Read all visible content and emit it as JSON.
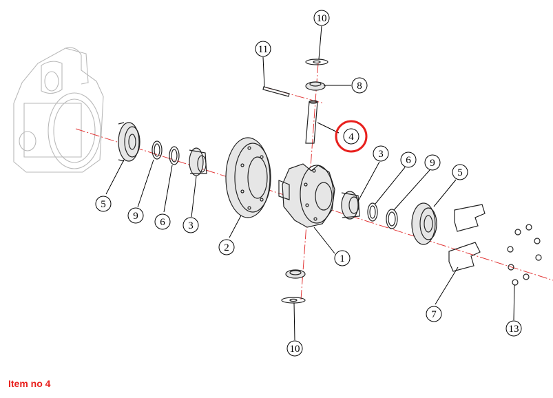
{
  "caption": "Item no 4",
  "highlight_color": "#e8201d",
  "axis_color": "#e23636",
  "callouts": {
    "c10_top": "10",
    "c11": "11",
    "c8": "8",
    "c4": "4",
    "c3_right": "3",
    "c6_right": "6",
    "c9_right": "9",
    "c5_right": "5",
    "c5_left": "5",
    "c9_left": "9",
    "c6_left": "6",
    "c3_left": "3",
    "c2": "2",
    "c1": "1",
    "c7": "7",
    "c13": "13",
    "c10_bottom": "10"
  }
}
